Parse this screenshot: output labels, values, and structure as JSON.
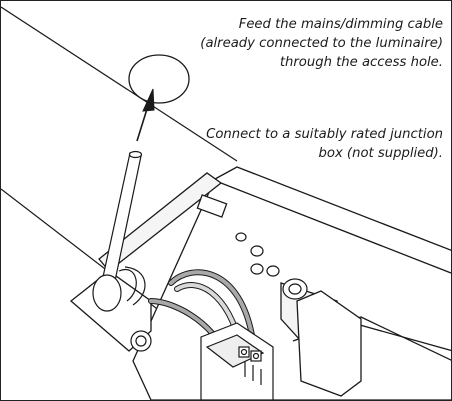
{
  "instructions": {
    "step_1": "Feed the mains/dimming cable (already connected to the luminaire)  through the access hole.",
    "step_2": "Connect to a suitably rated junction box (not supplied)."
  },
  "colors": {
    "line": "#1a1a1a",
    "fill": "#ffffff",
    "wire_grey": "#a9a9a9",
    "wire_light": "#d9d9d9",
    "shading": "#eeeeee"
  },
  "icons": {
    "hole": "access-hole",
    "arrow": "upward-arrow"
  }
}
